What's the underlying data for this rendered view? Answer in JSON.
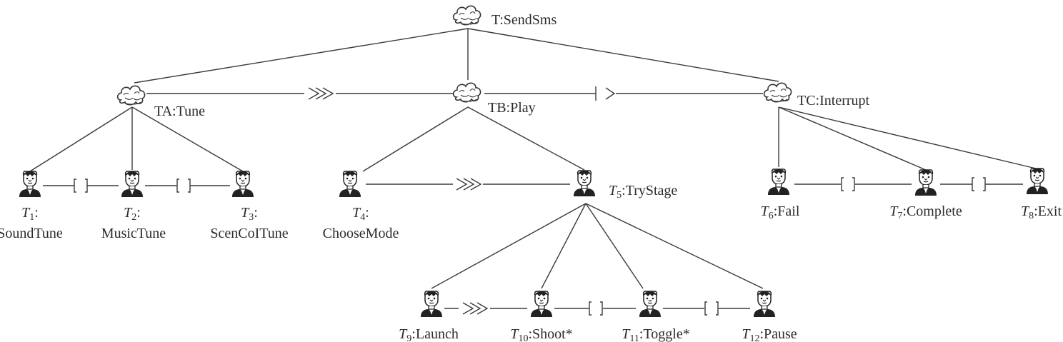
{
  "diagram": {
    "root": {
      "name": "T:SendSms",
      "icon": "abstract-cloud-icon"
    },
    "level1": [
      {
        "id": "TA",
        "name": "TA:Tune",
        "icon": "abstract-cloud-icon"
      },
      {
        "id": "TB",
        "name": "TB:Play",
        "icon": "abstract-cloud-icon"
      },
      {
        "id": "TC",
        "name": "TC:Interrupt",
        "icon": "abstract-cloud-icon"
      }
    ],
    "leaves": [
      {
        "id": "T1",
        "prefix": "T",
        "sub": "1",
        "suffix": ":",
        "line2": "SoundTune",
        "icon": "user-task-icon"
      },
      {
        "id": "T2",
        "prefix": "T",
        "sub": "2",
        "suffix": ":",
        "line2": "MusicTune",
        "icon": "user-task-icon"
      },
      {
        "id": "T3",
        "prefix": "T",
        "sub": "3",
        "suffix": ":",
        "line2": "ScenCoITune",
        "icon": "user-task-icon"
      },
      {
        "id": "T4",
        "prefix": "T",
        "sub": "4",
        "suffix": ":",
        "line2": "ChooseMode",
        "icon": "user-task-icon"
      },
      {
        "id": "T5",
        "prefix": "T",
        "sub": "5",
        "suffix": ":TryStage",
        "line2": "",
        "icon": "user-task-icon"
      },
      {
        "id": "T6",
        "prefix": "T",
        "sub": "6",
        "suffix": ":Fail",
        "line2": "",
        "icon": "user-task-icon"
      },
      {
        "id": "T7",
        "prefix": "T",
        "sub": "7",
        "suffix": ":Complete",
        "line2": "",
        "icon": "user-task-icon"
      },
      {
        "id": "T8",
        "prefix": "T",
        "sub": "8",
        "suffix": ":Exit",
        "line2": "",
        "icon": "user-task-icon"
      },
      {
        "id": "T9",
        "prefix": "T",
        "sub": "9",
        "suffix": ":Launch",
        "line2": "",
        "icon": "user-task-icon"
      },
      {
        "id": "T10",
        "prefix": "T",
        "sub": "10",
        "suffix": ":Shoot*",
        "line2": "",
        "icon": "user-task-icon"
      },
      {
        "id": "T11",
        "prefix": "T",
        "sub": "11",
        "suffix": ":Toggle*",
        "line2": "",
        "icon": "user-task-icon"
      },
      {
        "id": "T12",
        "prefix": "T",
        "sub": "12",
        "suffix": ":Pause",
        "line2": "",
        "icon": "user-task-icon"
      }
    ],
    "operators": [
      {
        "between": "TA-TB",
        "symbol": ">>",
        "meaning": "enabling"
      },
      {
        "between": "TB-TC",
        "symbol": "|>",
        "meaning": "suspend-resume"
      },
      {
        "between": "T1-T2",
        "symbol": "[ ]",
        "meaning": "choice"
      },
      {
        "between": "T2-T3",
        "symbol": "[ ]",
        "meaning": "choice"
      },
      {
        "between": "T4-T5",
        "symbol": ">>",
        "meaning": "enabling"
      },
      {
        "between": "T6-T7",
        "symbol": "[ ]",
        "meaning": "choice"
      },
      {
        "between": "T7-T8",
        "symbol": "[ ]",
        "meaning": "choice"
      },
      {
        "between": "T9-T10",
        "symbol": ">>",
        "meaning": "enabling"
      },
      {
        "between": "T10-T11",
        "symbol": "[ ]",
        "meaning": "choice"
      },
      {
        "between": "T11-T12",
        "symbol": "[ ]",
        "meaning": "choice"
      }
    ]
  }
}
